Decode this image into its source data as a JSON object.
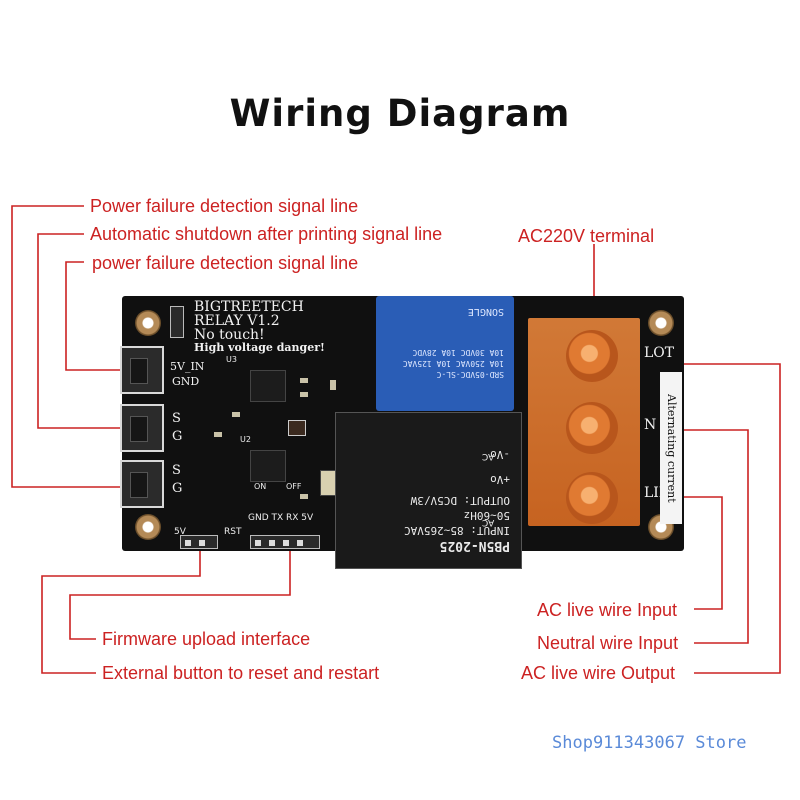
{
  "title": "Wiring Diagram",
  "left_labels": {
    "power_fail_1": "Power failure detection signal line",
    "auto_shutdown": "Automatic shutdown after printing signal line",
    "power_fail_2": "power failure detection signal line",
    "firmware": "Firmware upload interface",
    "reset": "External button to reset and restart"
  },
  "right_labels": {
    "ac220": "AC220V terminal",
    "ac_live_in": "AC live wire Input",
    "neutral_in": "Neutral wire Input",
    "ac_live_out": "AC live wire Output"
  },
  "board": {
    "brand": "BIGTREETECH",
    "model": "RELAY V1.2",
    "warn1": "No touch!",
    "warn2": "High voltage danger!",
    "pin_5v_in": "5V_IN",
    "pin_gnd": "GND",
    "s1": "S",
    "g1": "G",
    "s2": "S",
    "g2": "G",
    "hdr_5v": "5V",
    "hdr_rst": "RST",
    "serial": "GND TX RX 5V",
    "on": "ON",
    "off": "OFF",
    "u3": "U3",
    "u2": "U2",
    "lot": "LOT",
    "n": "N",
    "lin": "LIN",
    "side_text": "Alternating current"
  },
  "relay": {
    "model": "SRD-05VDC-SL-C",
    "line1": "10A 250VAC 10A 125VAC",
    "line2": "10A 30VDC 10A 28VDC",
    "brand": "SONGLE"
  },
  "psu": {
    "model": "PB5N-2025",
    "input": "INPUT: 85~265VAC",
    "freq": "50~60Hz",
    "output": "OUTPUT: DC5V/3W",
    "vplus": "+Vo",
    "vminus": "-Vo",
    "ac1": "AC",
    "ac2": "AC"
  },
  "watermark": "Shop911343067 Store",
  "colors": {
    "leader": "#cc2222",
    "board": "#101010",
    "relay": "#2a5db6",
    "terminal": "#e07a32",
    "watermark": "#5a8ad8"
  }
}
